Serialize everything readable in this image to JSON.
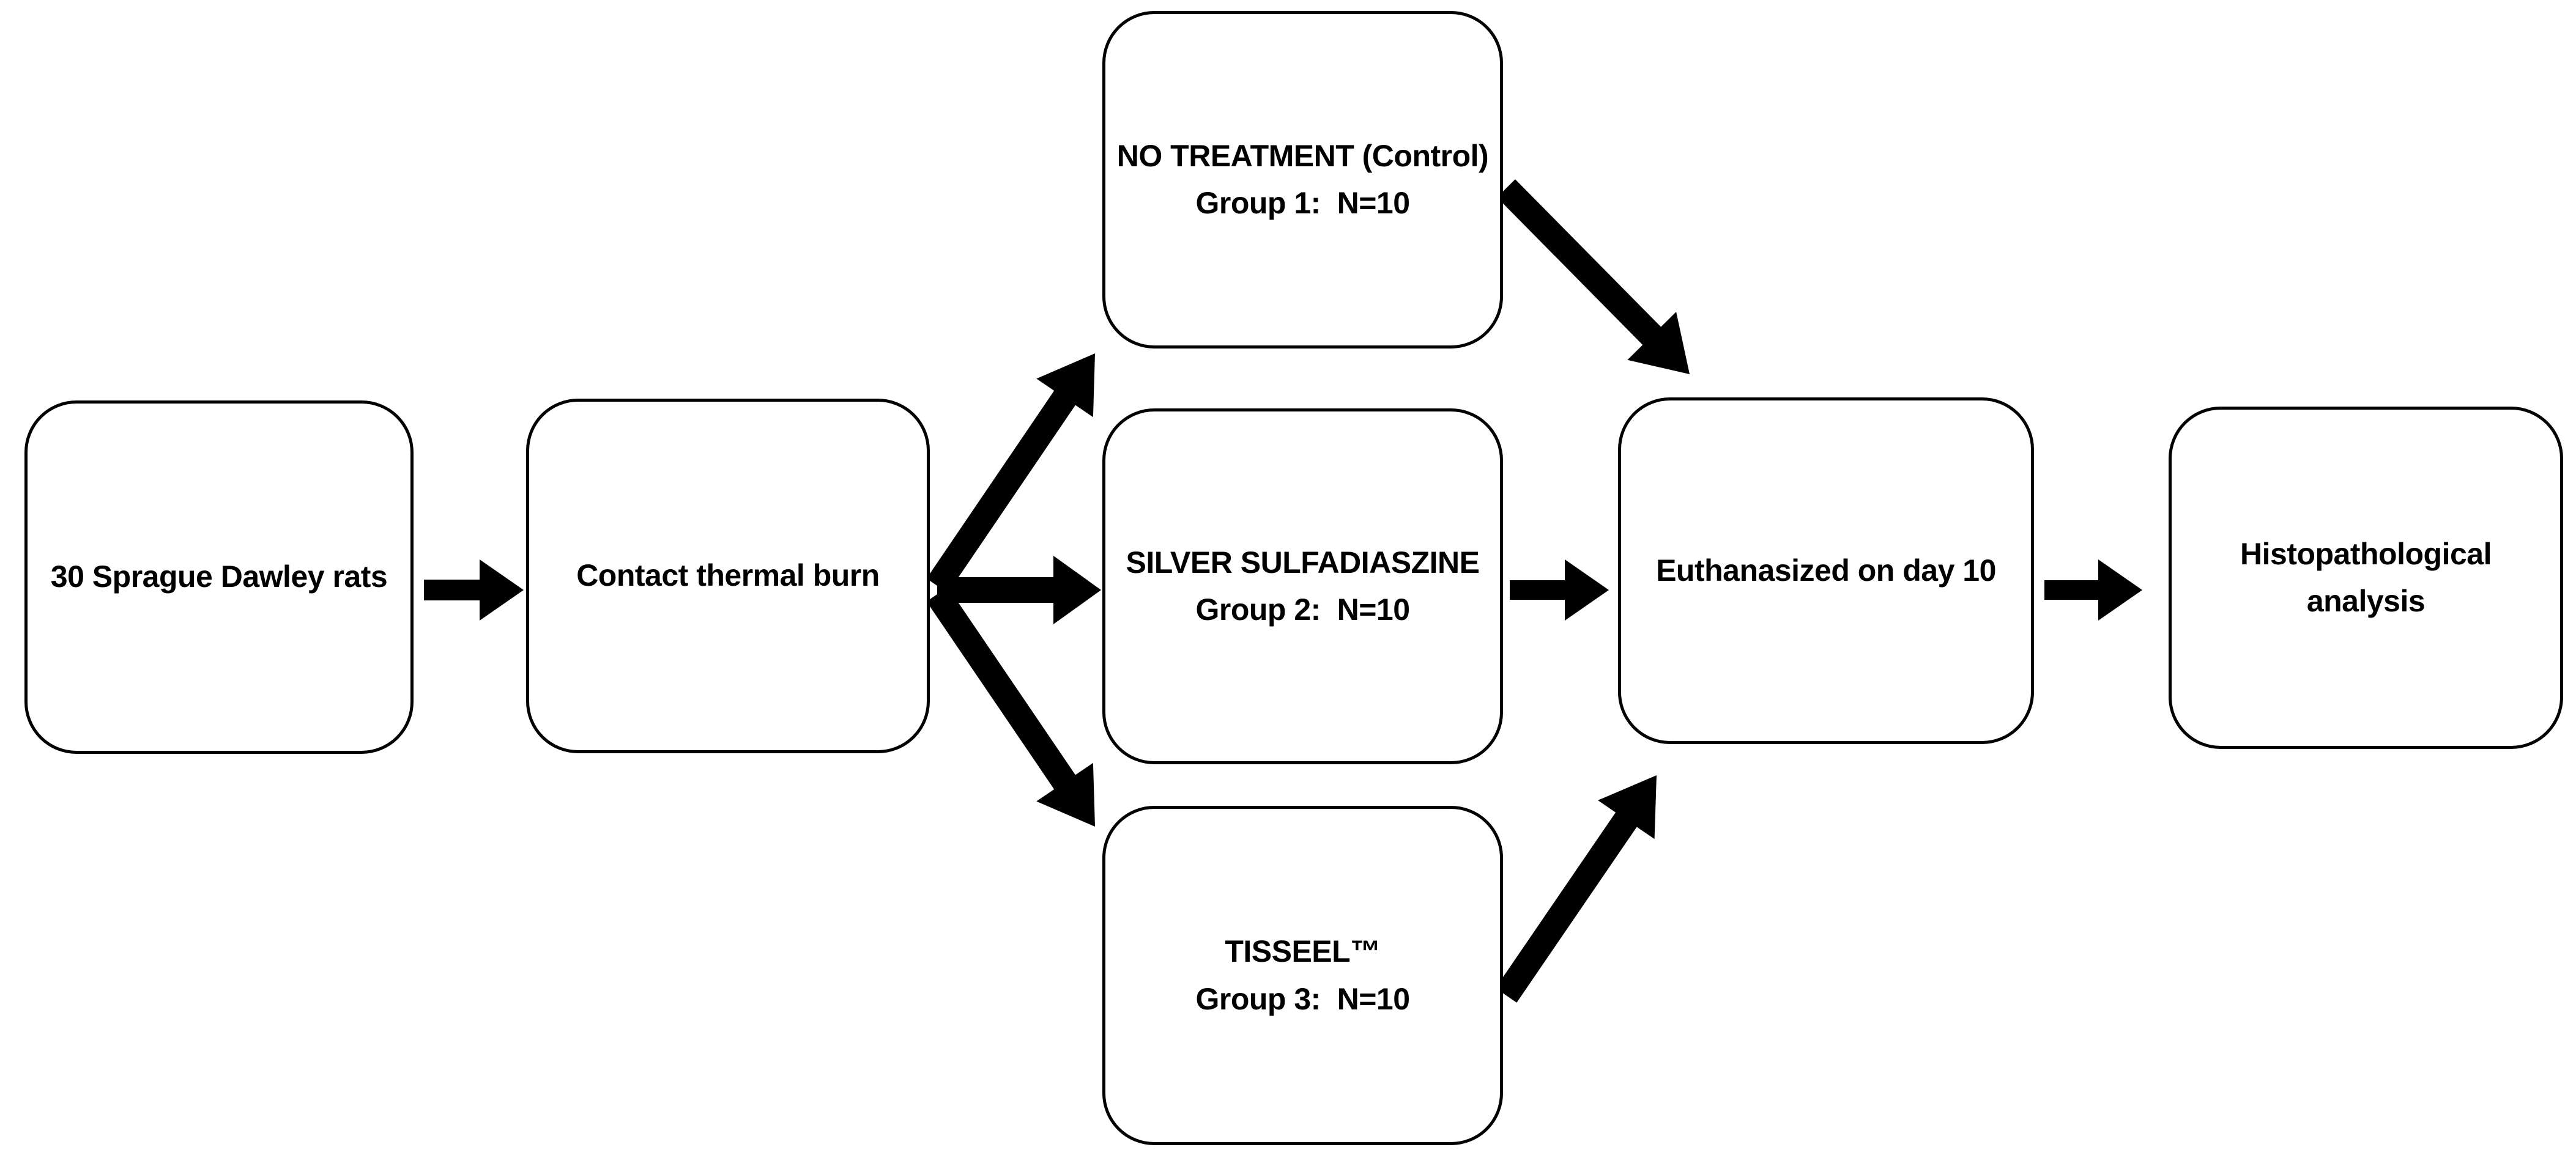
{
  "figure": {
    "background_color": "#ffffff",
    "stroke_color": "#000000",
    "text_color": "#000000"
  },
  "nodes": {
    "rats": {
      "label": "30 Sprague Dawley rats"
    },
    "burn": {
      "label": "Contact thermal burn"
    },
    "group1": {
      "line1": "NO TREATMENT (Control)",
      "line2": "Group 1:  N=10"
    },
    "group2": {
      "line1": "SILVER SULFADIASZINE",
      "line2": "Group 2:  N=10"
    },
    "group3": {
      "line1": "TISSEEL™",
      "line2": "Group 3:  N=10"
    },
    "euthanasia": {
      "label": "Euthanasized on day 10"
    },
    "histology": {
      "label": "Histopathological analysis"
    }
  },
  "edges": [
    {
      "from": "rats",
      "to": "burn"
    },
    {
      "from": "burn",
      "to": "group1"
    },
    {
      "from": "burn",
      "to": "group2"
    },
    {
      "from": "burn",
      "to": "group3"
    },
    {
      "from": "group1",
      "to": "euthanasia"
    },
    {
      "from": "group2",
      "to": "euthanasia"
    },
    {
      "from": "group3",
      "to": "euthanasia"
    },
    {
      "from": "euthanasia",
      "to": "histology"
    }
  ]
}
